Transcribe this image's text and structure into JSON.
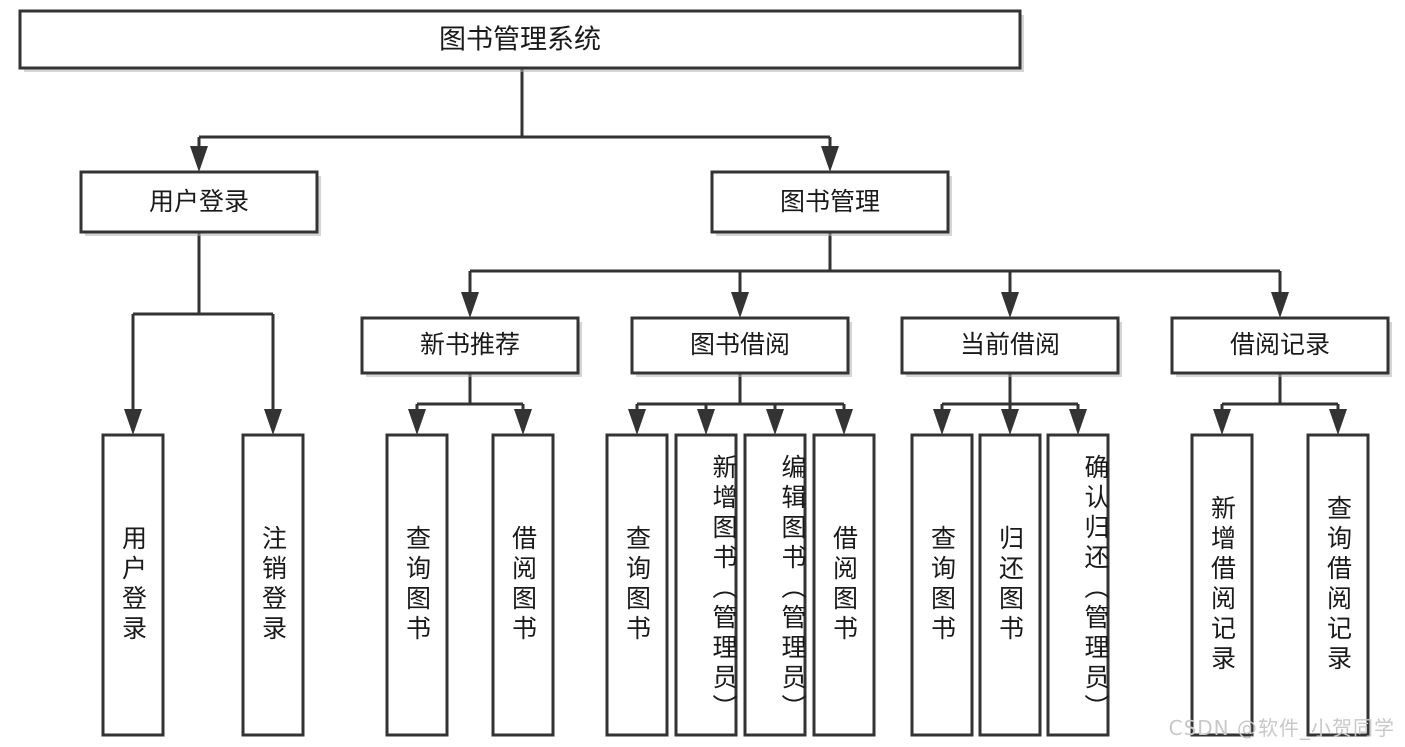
{
  "diagram": {
    "type": "tree-hierarchy",
    "title_node": {
      "label": "图书管理系统"
    },
    "level2": [
      {
        "id": "user-login",
        "label": "用户登录"
      },
      {
        "id": "book-management",
        "label": "图书管理"
      }
    ],
    "level3": [
      {
        "id": "new-book-recommend",
        "label": "新书推荐",
        "parent": "book-management"
      },
      {
        "id": "book-borrow",
        "label": "图书借阅",
        "parent": "book-management"
      },
      {
        "id": "current-borrow",
        "label": "当前借阅",
        "parent": "book-management"
      },
      {
        "id": "borrow-record",
        "label": "借阅记录",
        "parent": "book-management"
      }
    ],
    "leaves": [
      {
        "id": "leaf-user-login",
        "label": "用户登录",
        "parent": "user-login"
      },
      {
        "id": "leaf-user-logout",
        "label": "注销登录",
        "parent": "user-login"
      },
      {
        "id": "leaf-query-book-1",
        "label": "查询图书",
        "parent": "new-book-recommend"
      },
      {
        "id": "leaf-borrow-book-1",
        "label": "借阅图书",
        "parent": "new-book-recommend"
      },
      {
        "id": "leaf-query-book-2",
        "label": "查询图书",
        "parent": "book-borrow"
      },
      {
        "id": "leaf-add-book",
        "label": "新增图书（管理员）",
        "parent": "book-borrow"
      },
      {
        "id": "leaf-edit-book",
        "label": "编辑图书（管理员）",
        "parent": "book-borrow"
      },
      {
        "id": "leaf-borrow-book-2",
        "label": "借阅图书",
        "parent": "book-borrow"
      },
      {
        "id": "leaf-query-book-3",
        "label": "查询图书",
        "parent": "current-borrow"
      },
      {
        "id": "leaf-return-book",
        "label": "归还图书",
        "parent": "current-borrow"
      },
      {
        "id": "leaf-confirm-return",
        "label": "确认归还（管理员）",
        "parent": "current-borrow"
      },
      {
        "id": "leaf-add-record",
        "label": "新增借阅记录",
        "parent": "borrow-record"
      },
      {
        "id": "leaf-query-record",
        "label": "查询借阅记录",
        "parent": "borrow-record"
      }
    ]
  },
  "watermark": {
    "text": "CSDN @软件_小贺同学"
  },
  "colors": {
    "stroke": "#333333",
    "fill": "#ffffff",
    "text": "#1a1a1a",
    "watermark": "#c8c8c8"
  }
}
